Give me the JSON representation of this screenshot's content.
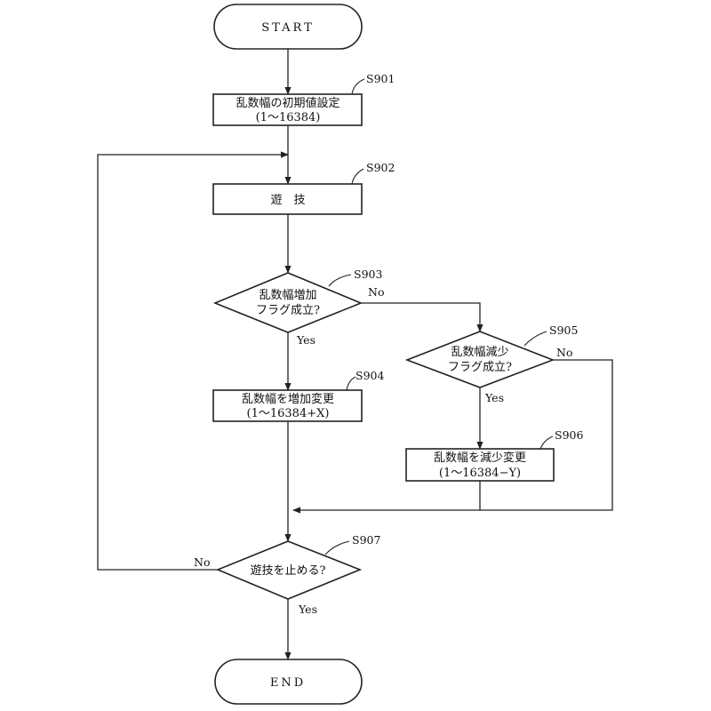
{
  "start": {
    "label": "START"
  },
  "end": {
    "label": "END"
  },
  "s901": {
    "step": "S901",
    "line1": "乱数幅の初期値設定",
    "line2": "(1〜16384)"
  },
  "s902": {
    "step": "S902",
    "label": "遊　技"
  },
  "s903": {
    "step": "S903",
    "line1": "乱数幅増加",
    "line2": "フラグ成立?",
    "yes": "Yes",
    "no": "No"
  },
  "s904": {
    "step": "S904",
    "line1": "乱数幅を増加変更",
    "line2": "(1〜16384+X)"
  },
  "s905": {
    "step": "S905",
    "line1": "乱数幅減少",
    "line2": "フラグ成立?",
    "yes": "Yes",
    "no": "No"
  },
  "s906": {
    "step": "S906",
    "line1": "乱数幅を減少変更",
    "line2": "(1〜16384−Y)"
  },
  "s907": {
    "step": "S907",
    "label": "遊技を止める?",
    "yes": "Yes",
    "no": "No"
  }
}
